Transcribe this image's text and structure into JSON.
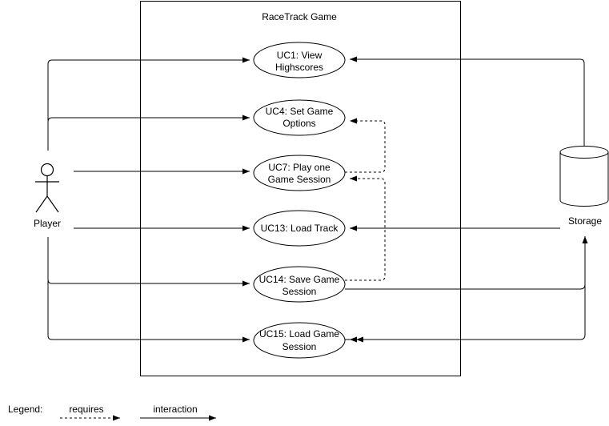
{
  "system": {
    "title": "RaceTrack Game"
  },
  "actors": {
    "player": "Player",
    "storage": "Storage"
  },
  "use_cases": [
    {
      "id": "uc1",
      "line1": "UC1: View",
      "line2": "Highscores"
    },
    {
      "id": "uc4",
      "line1": "UC4: Set Game",
      "line2": "Options"
    },
    {
      "id": "uc7",
      "line1": "UC7: Play one",
      "line2": "Game Session"
    },
    {
      "id": "uc13",
      "line1": "UC13: Load Track",
      "line2": ""
    },
    {
      "id": "uc14",
      "line1": "UC14: Save Game",
      "line2": "Session"
    },
    {
      "id": "uc15",
      "line1": "UC15: Load Game",
      "line2": "Session"
    }
  ],
  "legend": {
    "title": "Legend:",
    "requires": "requires",
    "interaction": "interaction"
  }
}
